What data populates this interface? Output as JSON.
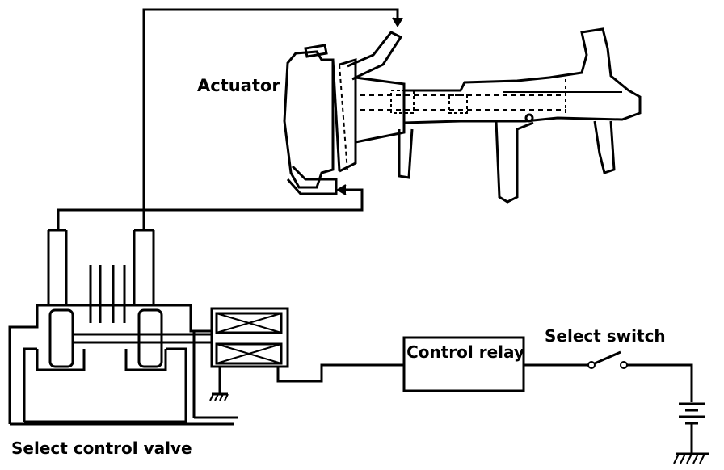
{
  "labels": {
    "actuator": "Actuator",
    "control_relay": "Control relay",
    "select_switch": "Select switch",
    "select_control_valve": "Select control valve"
  }
}
